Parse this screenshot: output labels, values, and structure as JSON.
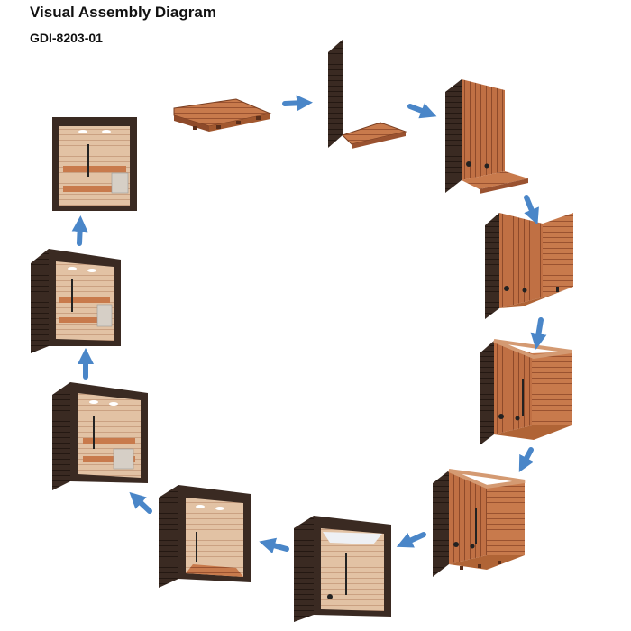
{
  "header": {
    "title": "Visual Assembly Diagram",
    "model": "GDI-8203-01"
  },
  "colors": {
    "wood": "#b8643a",
    "wood_light": "#d49a72",
    "wood_pale": "#e8cdb4",
    "frame_dark": "#3a2a22",
    "arrow": "#4a86c8"
  },
  "steps": [
    {
      "id": 1,
      "name": "floor-base"
    },
    {
      "id": 2,
      "name": "floor-with-left-wall"
    },
    {
      "id": 3,
      "name": "floor-with-back-wall"
    },
    {
      "id": 4,
      "name": "add-right-wall"
    },
    {
      "id": 5,
      "name": "add-top-frame"
    },
    {
      "id": 6,
      "name": "add-bench-frame"
    },
    {
      "id": 7,
      "name": "add-front-frame"
    },
    {
      "id": 8,
      "name": "add-ceiling-light"
    },
    {
      "id": 9,
      "name": "add-benches"
    },
    {
      "id": 10,
      "name": "add-outer-panels"
    },
    {
      "id": 11,
      "name": "finished-sauna-front"
    }
  ]
}
